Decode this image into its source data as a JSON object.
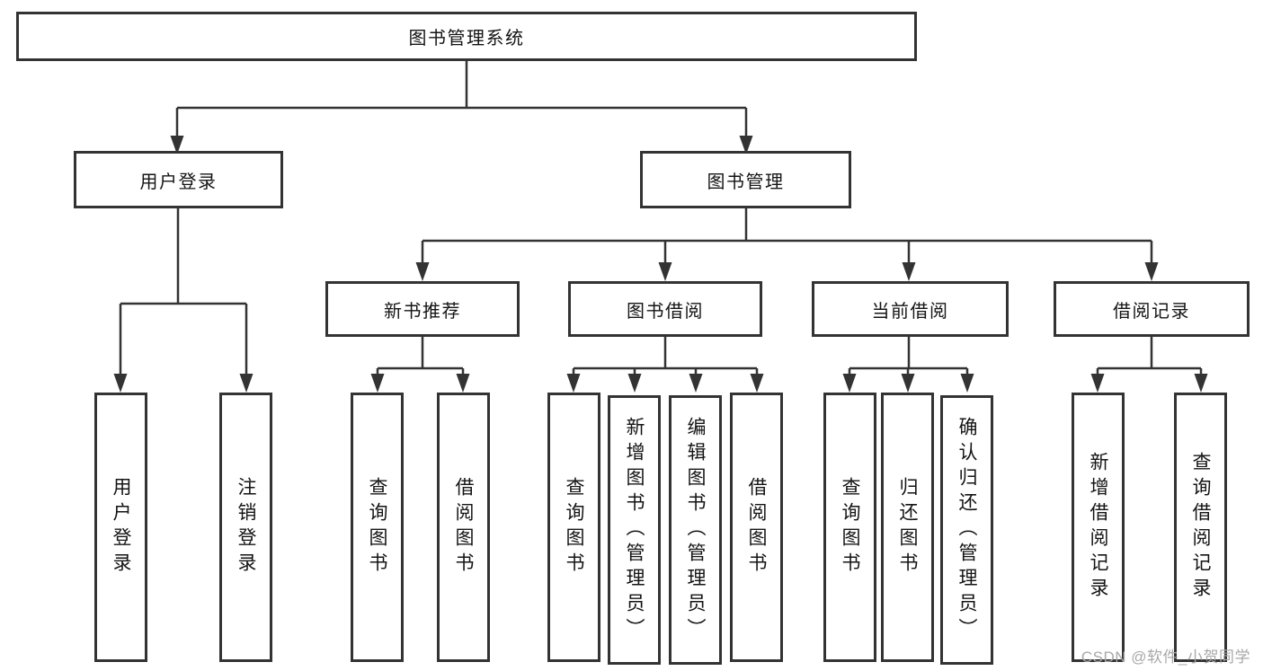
{
  "diagram": {
    "tree": {
      "label": "图书管理系统",
      "children": [
        {
          "label": "用户登录",
          "children": [
            {
              "label": "用户登录"
            },
            {
              "label": "注销登录"
            }
          ]
        },
        {
          "label": "图书管理",
          "children": [
            {
              "label": "新书推荐",
              "children": [
                {
                  "label": "查询图书"
                },
                {
                  "label": "借阅图书"
                }
              ]
            },
            {
              "label": "图书借阅",
              "children": [
                {
                  "label": "查询图书"
                },
                {
                  "label": "新增图书（管理员）"
                },
                {
                  "label": "编辑图书（管理员）"
                },
                {
                  "label": "借阅图书"
                }
              ]
            },
            {
              "label": "当前借阅",
              "children": [
                {
                  "label": "查询图书"
                },
                {
                  "label": "归还图书"
                },
                {
                  "label": "确认归还（管理员）"
                }
              ]
            },
            {
              "label": "借阅记录",
              "children": [
                {
                  "label": "新增借阅记录"
                },
                {
                  "label": "查询借阅记录"
                }
              ]
            }
          ]
        }
      ]
    },
    "colors": {
      "line": "#333333",
      "box_border": "#333333",
      "text": "#141414",
      "watermark": "#a8a8a8",
      "background": "#ffffff"
    }
  },
  "watermark": "CSDN @软件_小贺同学"
}
